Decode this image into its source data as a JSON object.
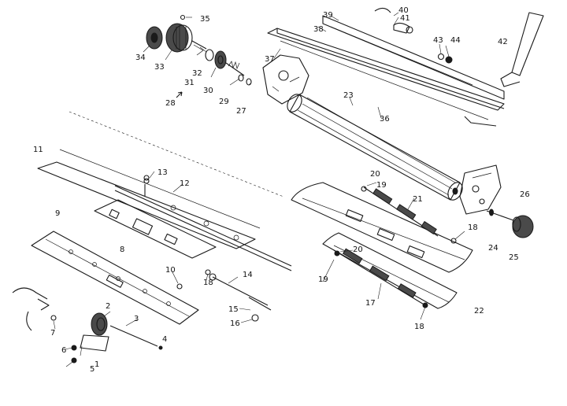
{
  "callouts": {
    "c1": "1",
    "c2": "2",
    "c3": "3",
    "c4": "4",
    "c5": "5",
    "c6": "6",
    "c7": "7",
    "c8": "8",
    "c9": "9",
    "c10": "10",
    "c11": "11",
    "c12": "12",
    "c13": "13",
    "c14": "14",
    "c15": "15",
    "c16": "16",
    "c17": "17",
    "c18a": "18",
    "c18b": "18",
    "c18c": "18",
    "c19a": "19",
    "c19b": "19",
    "c20a": "20",
    "c20b": "20",
    "c21": "21",
    "c22": "22",
    "c23": "23",
    "c24": "24",
    "c25": "25",
    "c26": "26",
    "c27": "27",
    "c28": "28",
    "c29": "29",
    "c30": "30",
    "c31": "31",
    "c32": "32",
    "c33": "33",
    "c34": "34",
    "c35": "35",
    "c36": "36",
    "c37": "37",
    "c38": "38",
    "c39": "39",
    "c40": "40",
    "c41": "41",
    "c42": "42",
    "c43": "43",
    "c44": "44"
  },
  "colors": {
    "ink": "#1a1a1a",
    "paper": "#ffffff"
  }
}
